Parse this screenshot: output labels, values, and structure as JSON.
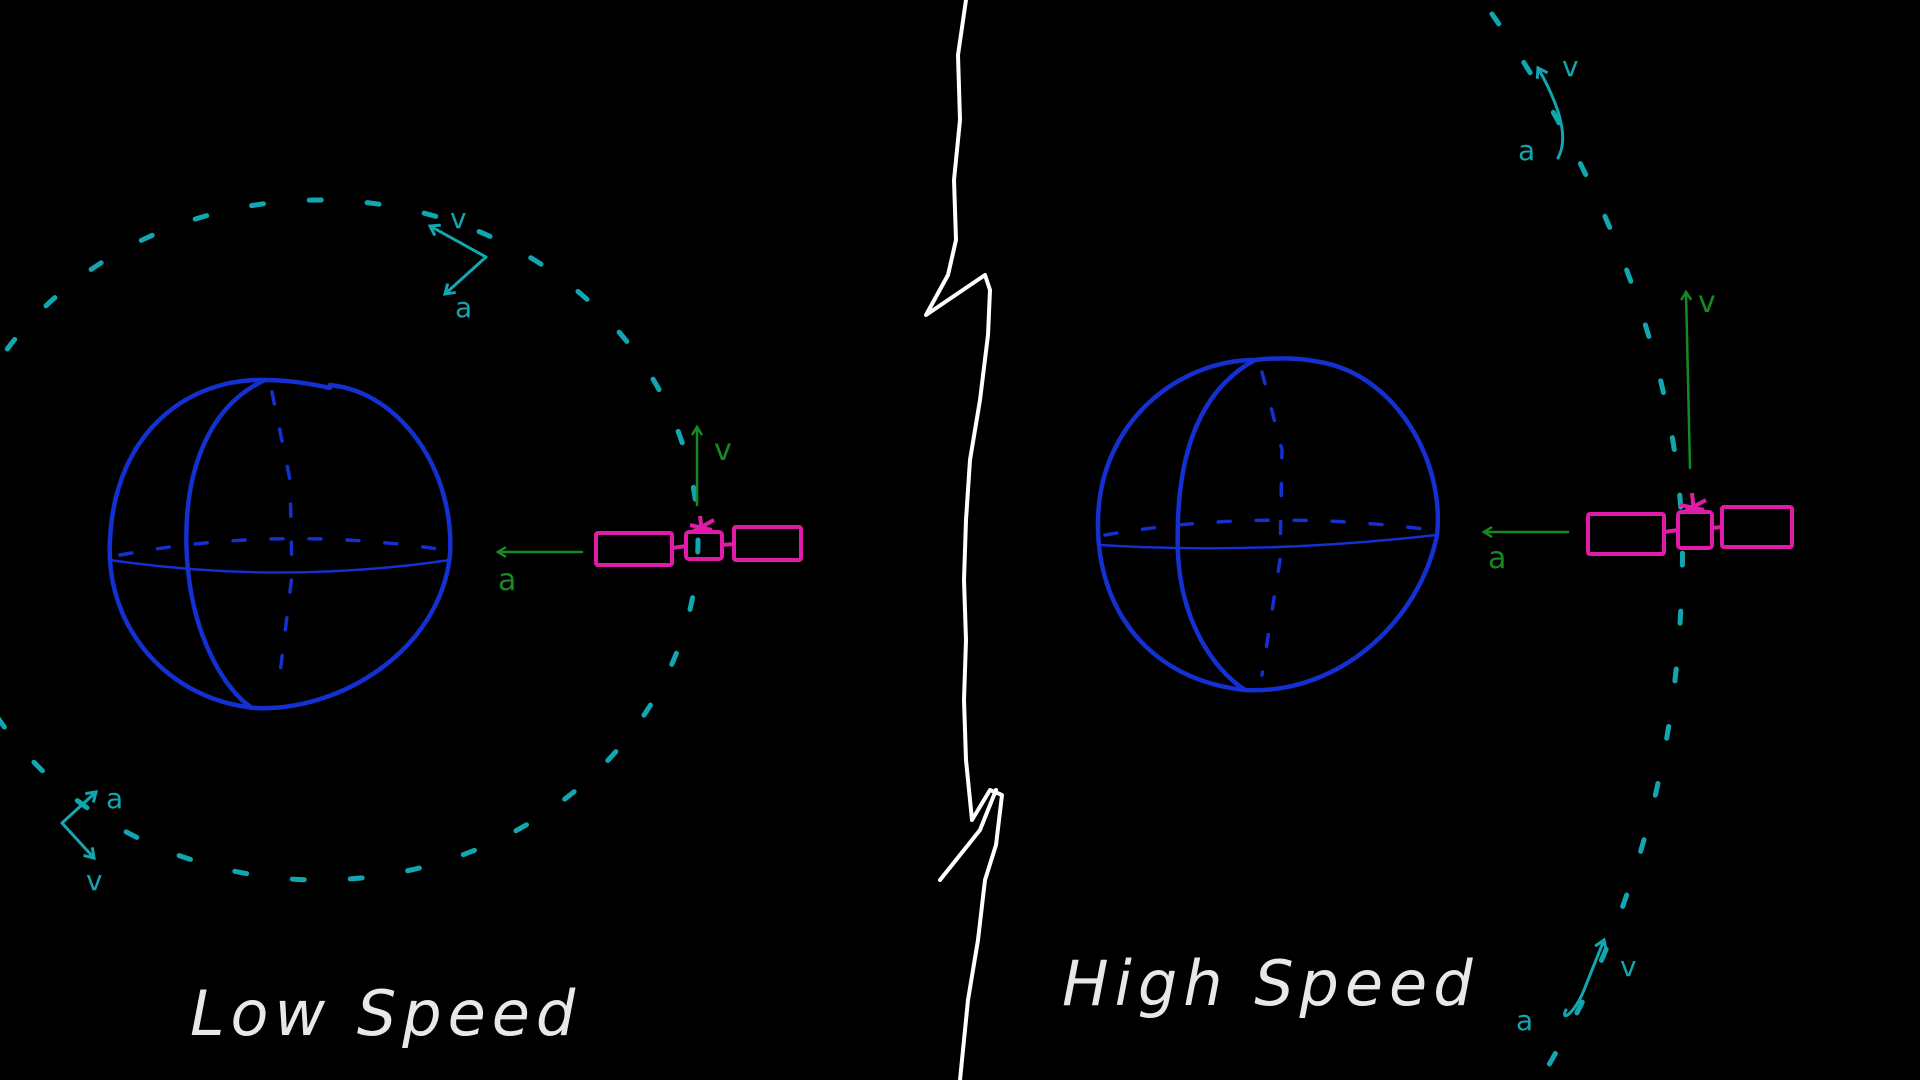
{
  "panels": {
    "left": {
      "caption": "Low Speed",
      "labels": {
        "velocity": "v",
        "acceleration": "a"
      }
    },
    "right": {
      "caption": "High Speed",
      "labels": {
        "velocity": "v",
        "acceleration": "a"
      }
    }
  },
  "colors": {
    "background": "#000000",
    "orbit": "#12a7b0",
    "planet": "#1430d0",
    "satellite": "#e01ba8",
    "vectors": "#168a22",
    "divider": "#ffffff",
    "caption": "#e8e8e8"
  }
}
